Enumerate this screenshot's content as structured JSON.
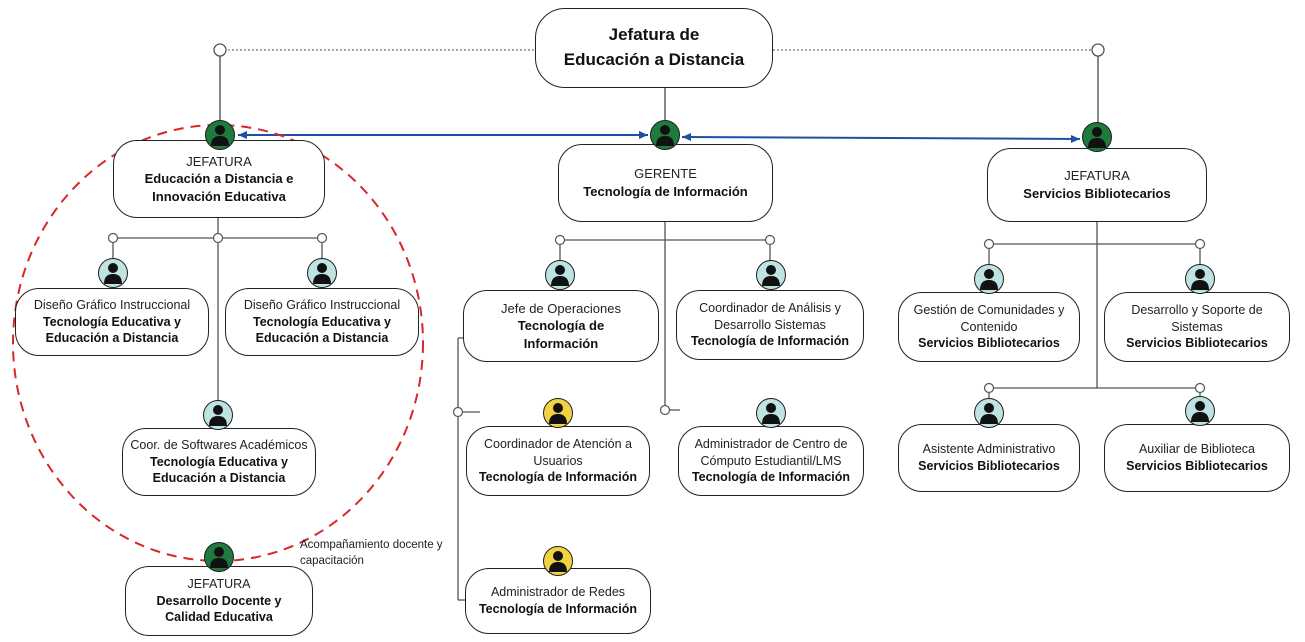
{
  "top": {
    "line1": "Jefatura de",
    "line2": "Educación a Distancia"
  },
  "left_head": {
    "role": "JEFATURA",
    "unit1": "Educación a Distancia e",
    "unit2": "Innovación Educativa",
    "avatar": "green"
  },
  "left_child_1": {
    "role": "Diseño Gráfico Instruccional",
    "unit1": "Tecnología Educativa y",
    "unit2": "Educación a Distancia",
    "avatar": "teal"
  },
  "left_child_2": {
    "role": "Diseño Gráfico Instruccional",
    "unit1": "Tecnología Educativa y",
    "unit2": "Educación a Distancia",
    "avatar": "teal"
  },
  "left_child_3": {
    "role": "Coor. de Softwares  Académicos",
    "unit1": "Tecnología Educativa y",
    "unit2": "Educación a Distancia",
    "avatar": "teal"
  },
  "bottom_left": {
    "role": "JEFATURA",
    "unit1": "Desarrollo Docente y",
    "unit2": "Calidad Educativa",
    "avatar": "green"
  },
  "annotation": {
    "line1": "Acompañamiento docente y",
    "line2": "capacitación"
  },
  "center_head": {
    "role": "GERENTE",
    "unit1": "Tecnología de Información",
    "avatar": "green"
  },
  "center_child_1": {
    "role": "Jefe de Operaciones",
    "unit1": "Tecnología de",
    "unit2": "Información",
    "avatar": "teal"
  },
  "center_child_2": {
    "role1": "Coordinador de Análisis y",
    "role2": "Desarrollo Sistemas",
    "unit1": "Tecnología de Información",
    "avatar": "teal"
  },
  "center_child_3": {
    "role1": "Coordinador de Atención a",
    "role2": "Usuarios",
    "unit1": "Tecnología de Información",
    "avatar": "yellow"
  },
  "center_child_4": {
    "role1": "Administrador de Centro de",
    "role2": "Cómputo Estudiantil/LMS",
    "unit1": "Tecnología de Información",
    "avatar": "teal"
  },
  "center_child_5": {
    "role": "Administrador de Redes",
    "unit1": "Tecnología de Información",
    "avatar": "yellow"
  },
  "right_head": {
    "role": "JEFATURA",
    "unit1": "Servicios  Bibliotecarios",
    "avatar": "green"
  },
  "right_child_1": {
    "role1": "Gestión de Comunidades y",
    "role2": "Contenido",
    "unit1": "Servicios  Bibliotecarios",
    "avatar": "teal"
  },
  "right_child_2": {
    "role1": "Desarrollo y Soporte de",
    "role2": "Sistemas",
    "unit1": "Servicios  Bibliotecarios",
    "avatar": "teal"
  },
  "right_child_3": {
    "role": "Asistente Administrativo",
    "unit1": "Servicios  Bibliotecarios",
    "avatar": "teal"
  },
  "right_child_4": {
    "role": "Auxiliar de Biblioteca",
    "unit1": "Servicios  Bibliotecarios",
    "avatar": "teal"
  },
  "colors": {
    "green": "#1f7a3d",
    "teal": "#bfe3e3",
    "yellow": "#f1d341",
    "link_blue": "#1e4fa3",
    "dashed_red": "#d9262b",
    "line_gray": "#8a8a8a"
  },
  "icons": {
    "person": "person-icon"
  }
}
